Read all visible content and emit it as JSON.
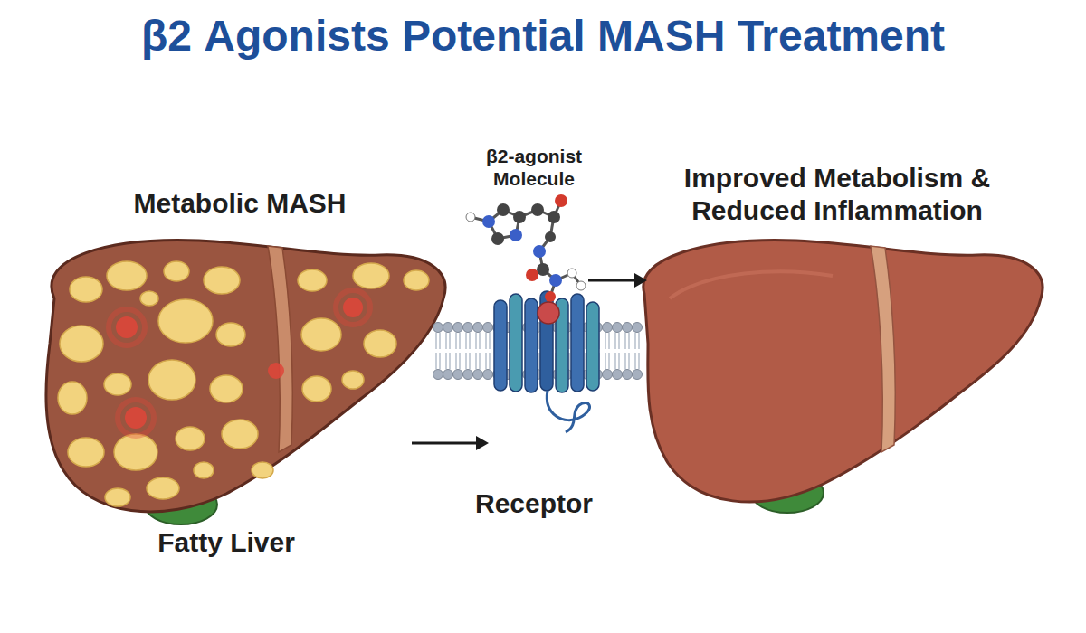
{
  "diagram": {
    "title": "β2 Agonists Potential MASH Treatment",
    "nodes": [
      {
        "text": [
          "Metabolic MASH",
          "Fatty Liver"
        ]
      },
      {
        "text": [
          "β2-agonist Molecule",
          "Receptor"
        ]
      },
      {
        "text": [
          "Improved Metabolism & Reduced Inflammation"
        ]
      }
    ],
    "edges": [
      {
        "from": 0,
        "to": 1,
        "arrow": "to"
      },
      {
        "from": 1,
        "to": 2,
        "arrow": "to"
      }
    ]
  }
}
